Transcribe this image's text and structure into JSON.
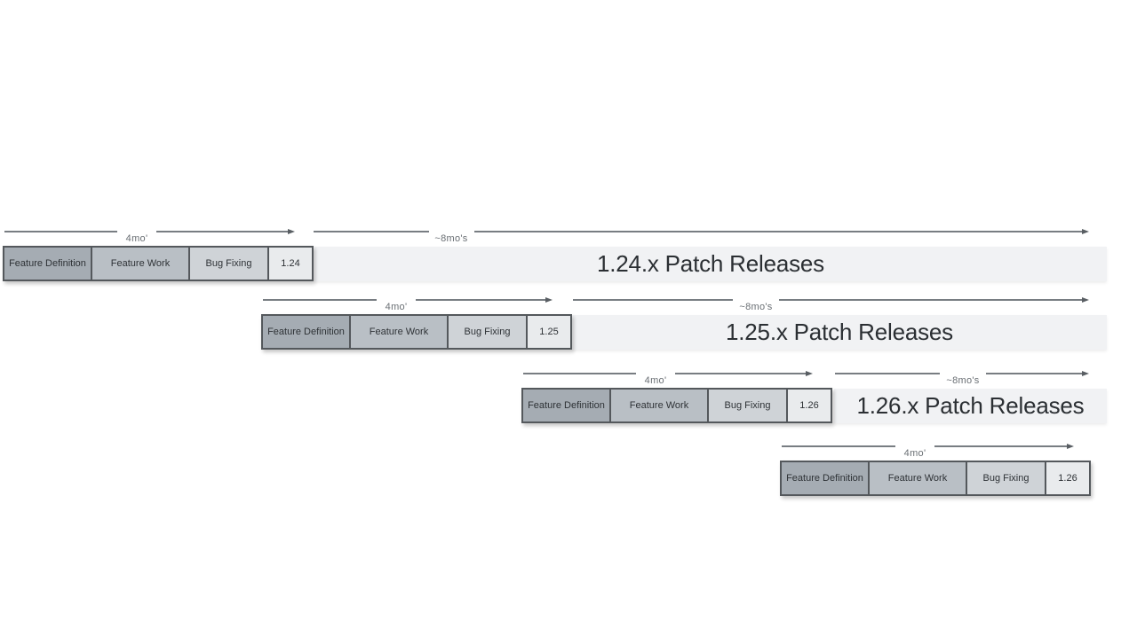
{
  "diagram": {
    "phases": [
      "Feature Definition",
      "Feature Work",
      "Bug Fixing"
    ],
    "rows": [
      {
        "version": "1.24",
        "dev_label": "4mo'",
        "patch_label": "~8mo's",
        "patch_bar_text": "1.24.x Patch Releases"
      },
      {
        "version": "1.25",
        "dev_label": "4mo'",
        "patch_label": "~8mo's",
        "patch_bar_text": "1.25.x Patch Releases"
      },
      {
        "version": "1.26",
        "dev_label": "4mo'",
        "patch_label": "~8mo's",
        "patch_bar_text": "1.26.x Patch Releases"
      },
      {
        "version": "1.26",
        "dev_label": "4mo'"
      }
    ],
    "colors": {
      "feature_definition_fill": "#a5acb3",
      "feature_work_fill": "#b9bfc5",
      "bug_fixing_fill": "#cfd3d7",
      "version_box_fill": "#e9ebed",
      "patch_bar_fill": "#f1f2f4",
      "box_border": "#54585c",
      "arrow": "#787d82",
      "duration_label_text": "#6a6f74",
      "patch_bar_text": "#2b2f33"
    }
  }
}
